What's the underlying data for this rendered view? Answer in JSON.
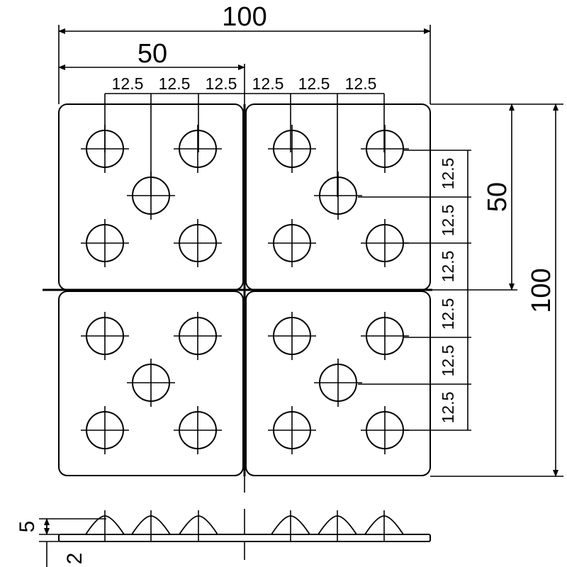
{
  "dimensions": {
    "overall_width": "100",
    "half_width": "50",
    "spacing_top": [
      "12.5",
      "12.5",
      "12.5",
      "12.5",
      "12.5",
      "12.5"
    ],
    "overall_height": "100",
    "half_height": "50",
    "spacing_right": [
      "12.5",
      "12.5",
      "12.5",
      "12.5",
      "12.5",
      "12.5"
    ],
    "bump_height": "5",
    "base_thickness": "2"
  }
}
